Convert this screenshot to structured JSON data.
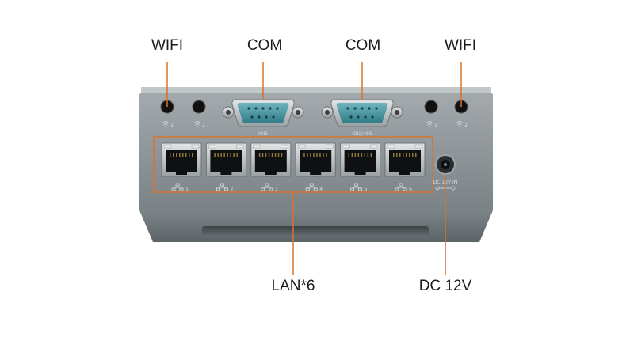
{
  "labels": {
    "wifi_left": "WIFI",
    "com_left": "COM",
    "com_right": "COM",
    "wifi_right": "WIFI",
    "lan": "LAN*6",
    "dc": "DC 12V"
  },
  "panel_marks": {
    "com1": "IOI1",
    "com2": "IOI2/485",
    "dc_in": "DC 12V IN",
    "wifi_ports": [
      "1",
      "2",
      "1",
      "2"
    ],
    "lan_ports": [
      "1",
      "2",
      "3",
      "4",
      "5",
      "6"
    ]
  },
  "icons": {
    "wifi": "wifi-signal-icon",
    "lan": "network-icon",
    "db9": "db9-serial-connector",
    "rj45": "rj45-port",
    "dc_jack": "dc-power-jack"
  },
  "colors": {
    "leader_line": "#d9732b",
    "chassis": "#8e9599",
    "chassis_dark": "#6f767a",
    "connector": "#4a9aa6"
  }
}
